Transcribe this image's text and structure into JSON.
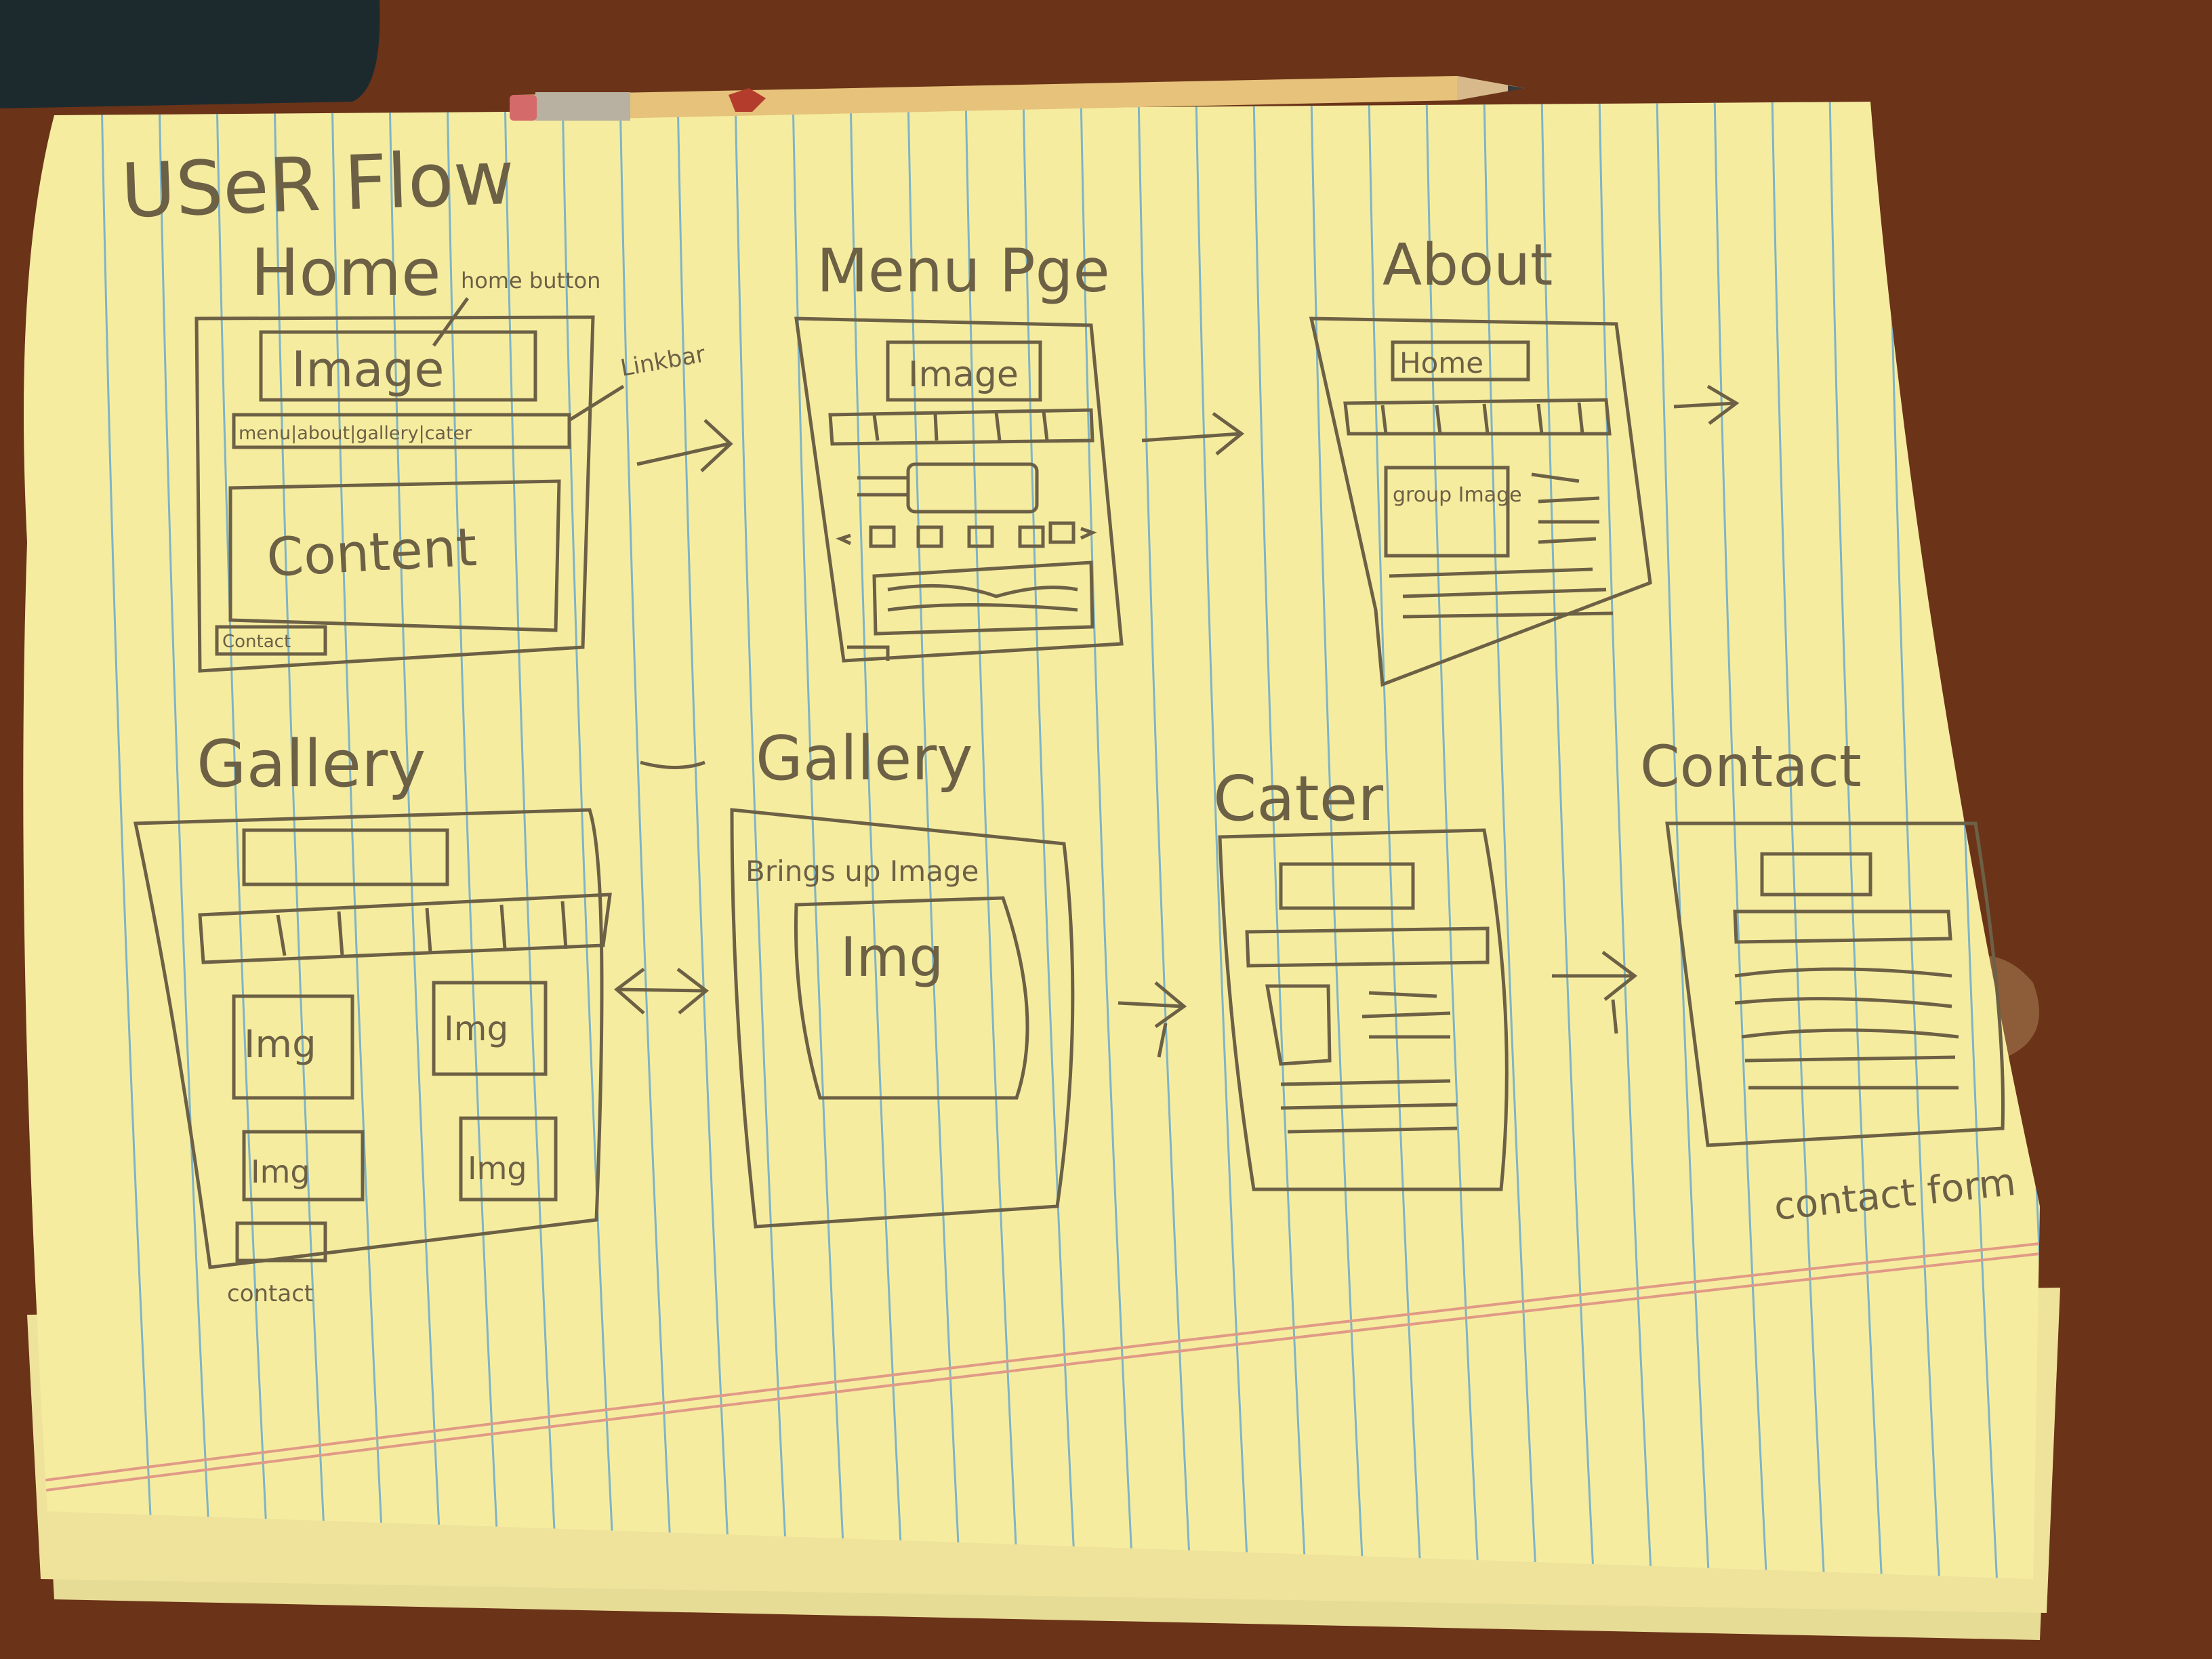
{
  "title": "USeR Flow",
  "colors": {
    "paper": "#f6eca0",
    "paper_rule": "#7fb4c6",
    "margin_rule": "#e09a86",
    "pencil": "#6c6045",
    "table_wood": "#6b3318",
    "mat": "#1c2a2e"
  },
  "screens": [
    {
      "heading": "Home",
      "annotations": [
        "home button",
        "Linkbar"
      ],
      "blocks": [
        "Image",
        "menu|about|gallery|cater",
        "Content",
        "Contact"
      ],
      "arrow_after": "right"
    },
    {
      "heading": "Menu Pge",
      "annotations": [],
      "blocks": [
        "Image"
      ],
      "arrow_after": "right"
    },
    {
      "heading": "About",
      "annotations": [],
      "blocks": [
        "Home",
        "group Image"
      ],
      "arrow_after": "right"
    },
    {
      "heading": "Gallery",
      "annotations": [],
      "blocks": [
        "Img",
        "Img",
        "Img",
        "Img",
        "contact"
      ],
      "arrow_after": "both"
    },
    {
      "heading": "Gallery",
      "annotations": [
        "Brings up Image"
      ],
      "blocks": [
        "Img"
      ],
      "arrow_after": "right"
    },
    {
      "heading": "Cater",
      "annotations": [],
      "blocks": [],
      "arrow_after": "right"
    },
    {
      "heading": "Contact",
      "annotations": [
        "contact form"
      ],
      "blocks": [],
      "arrow_after": "none"
    }
  ]
}
